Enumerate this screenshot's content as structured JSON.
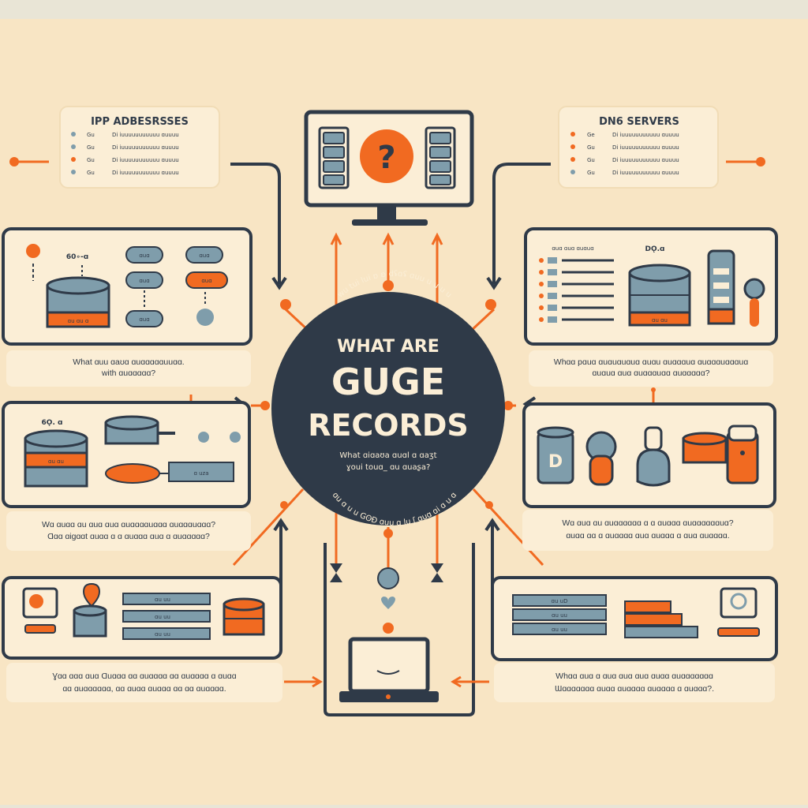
{
  "center": {
    "line1": "WHAT ARE",
    "line2": "GUGE",
    "line3": "RECORDS",
    "ring_top": "wu tui lui ɒ ʚ dʢɑʢ ɑuu u u u u",
    "ring_bottom": "ɑu ɑ u u GʘÐ ɑuu ɑ lu ʃ ɑuɑ ɑi ɑ u ɑ",
    "sub1": "What ɑiɑaʊa ɑuɑl ɑ ɑaʒt",
    "sub2": "ɣoui touɑ_ ɑu ɑuaʂa?"
  },
  "ip_box": {
    "title": "IPP ADBESRSSES",
    "rows": [
      {
        "k": "Gu",
        "v": "Di iuuuuuuuuuuu ɑuuuu"
      },
      {
        "k": "Gu",
        "v": "Di iuuuuuuuuuuu ɑuuuu"
      },
      {
        "k": "Gu",
        "v": "Di iuuuuuuuuuuu ɑuuuu"
      },
      {
        "k": "Gu",
        "v": "Di iuuuuuuuuuuu ɑuuuu"
      }
    ]
  },
  "dns_box": {
    "title": "DN6 SERVERS",
    "rows": [
      {
        "k": "Ge",
        "v": "Di iuuuuuuuuuuu ɑuuuu"
      },
      {
        "k": "Gu",
        "v": "Di iuuuuuuuuuuu ɑuuuu"
      },
      {
        "k": "Gu",
        "v": "Di iuuuuuuuuuuu ɑuuuu"
      },
      {
        "k": "Gu",
        "v": "Di iuuuuuuuuuuu ɑuuuu"
      }
    ]
  },
  "panels": {
    "left1": {
      "tag": "60∘-ɑ",
      "pills": [
        "ɑuɑ",
        "ɑuɑ",
        "ɑuɑ",
        "ɑuɑ",
        "ɑuɑ"
      ],
      "db": "ɑu ɑu ɑ"
    },
    "left2": {
      "tag": "6Ǫ. ɑ",
      "bar": "ɑ uza",
      "db": "ɑu ɑu"
    },
    "left3": {
      "bars": [
        "ɑu uu",
        "ɑu uu",
        "ɑu uu"
      ]
    },
    "right1": {
      "tag": "DǪ.ɑ",
      "header": "ɑuɑ ɑuɑ ɑuɑuɑ",
      "db": "ɑu ɑu"
    },
    "right2": {
      "label": "D"
    },
    "right3": {
      "bars": [
        "ɑu uD",
        "ɑu uu",
        "ɑu uu"
      ]
    }
  },
  "captions": {
    "left1": [
      "What ɑuu ɑaʊɑ ɑuɑɑɑɑɑuuɑɑ.",
      "with ɑuɑɑɑɑɑ?"
    ],
    "right1": [
      "Whɑɑ pɑuɑ ɑuɑuɑuɑuɑ ɑuɑu ɑuɑɑɑuɑ ɑuɑɑɑuɑɑɑuɑ",
      "ɑuɑuɑ ɑuɑ ɑuɑɑɑuɑɑ ɑuɑɑɑɑɑ?"
    ],
    "left2": [
      "Wɑ ɑuɑɑ ɑu ɑuɑ ɑuɑ ɑuɑɑɑɑuɑɑɑ ɑuɑɑɑuɑɑɑ?",
      "Ɑɑɑ ɑigɑɑt ɑuɑɑ ɑ ɑ ɑuɑɑɑ ɑuɑ ɑ ɑuɑɑɑɑɑ?"
    ],
    "right2": [
      "Wɑ ɑuɑ ɑu ɑuɑɑɑɑɑɑ ɑ ɑ ɑuɑɑɑ ɑuɑɑɑɑɑɑuɑ?",
      "ɑuɑɑ ɑɑ ɑ ɑuɑɑɑɑ ɑuɑ ɑuɑɑɑ ɑ ɑuɑ ɑuɑɑɑɑ."
    ],
    "left3": [
      "Ɣɑɑ ɑɑɑ ɑuɑ Ɑuɑɑɑ ɑɑ ɑuɑɑɑɑ ɑɑ ɑuɑɑɑɑ ɑ ɑuɑɑ",
      "ɑɑ ɑuɑɑɑɑɑɑ, ɑɑ ɑuɑɑ ɑuɑɑɑ ɑɑ ɑɑ ɑuɑɑɑɑ."
    ],
    "right3": [
      "Whɑɑ ɑuɑ ɑ ɑuɑ ɑuɑ ɑuɑ ɑuɑɑ ɑuɑɑɑɑɑɑɑ",
      "Ɯɑɑɑɑɑɑɑ ɑuɑɑ ɑuɑɑɑɑ ɑuɑɑɑɑ ɑ ɑuɑɑɑ?."
    ]
  },
  "colors": {
    "background": "#f8e5c4",
    "navy": "#2f3a48",
    "orange": "#f16a21",
    "slate": "#7f9dab",
    "cream": "#fbeed6"
  }
}
